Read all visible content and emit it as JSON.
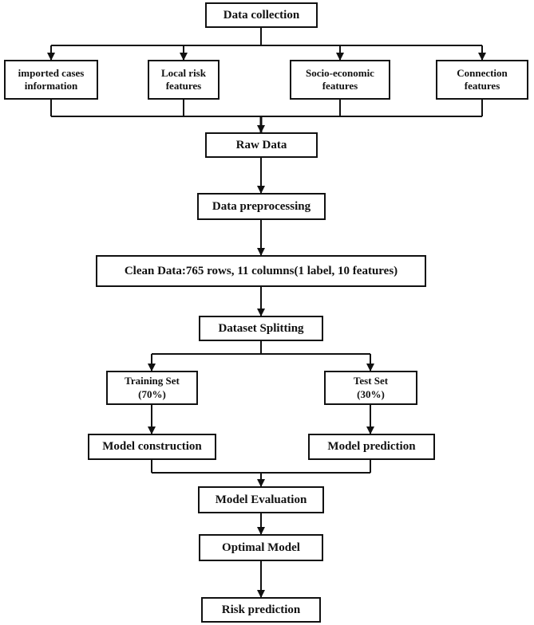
{
  "nodes": {
    "data_collection": "Data collection",
    "imported_cases": "imported cases\ninformation",
    "local_risk": "Local risk\nfeatures",
    "socio_economic": "Socio-economic\nfeatures",
    "connection": "Connection\nfeatures",
    "raw_data": "Raw Data",
    "preprocessing": "Data preprocessing",
    "clean_data": "Clean Data:765 rows, 11 columns(1 label, 10 features)",
    "splitting": "Dataset Splitting",
    "training_set": "Training Set\n(70%)",
    "test_set": "Test Set\n(30%)",
    "model_construction": "Model construction",
    "model_prediction": "Model prediction",
    "model_evaluation": "Model Evaluation",
    "optimal_model": "Optimal Model",
    "risk_prediction": "Risk prediction"
  }
}
